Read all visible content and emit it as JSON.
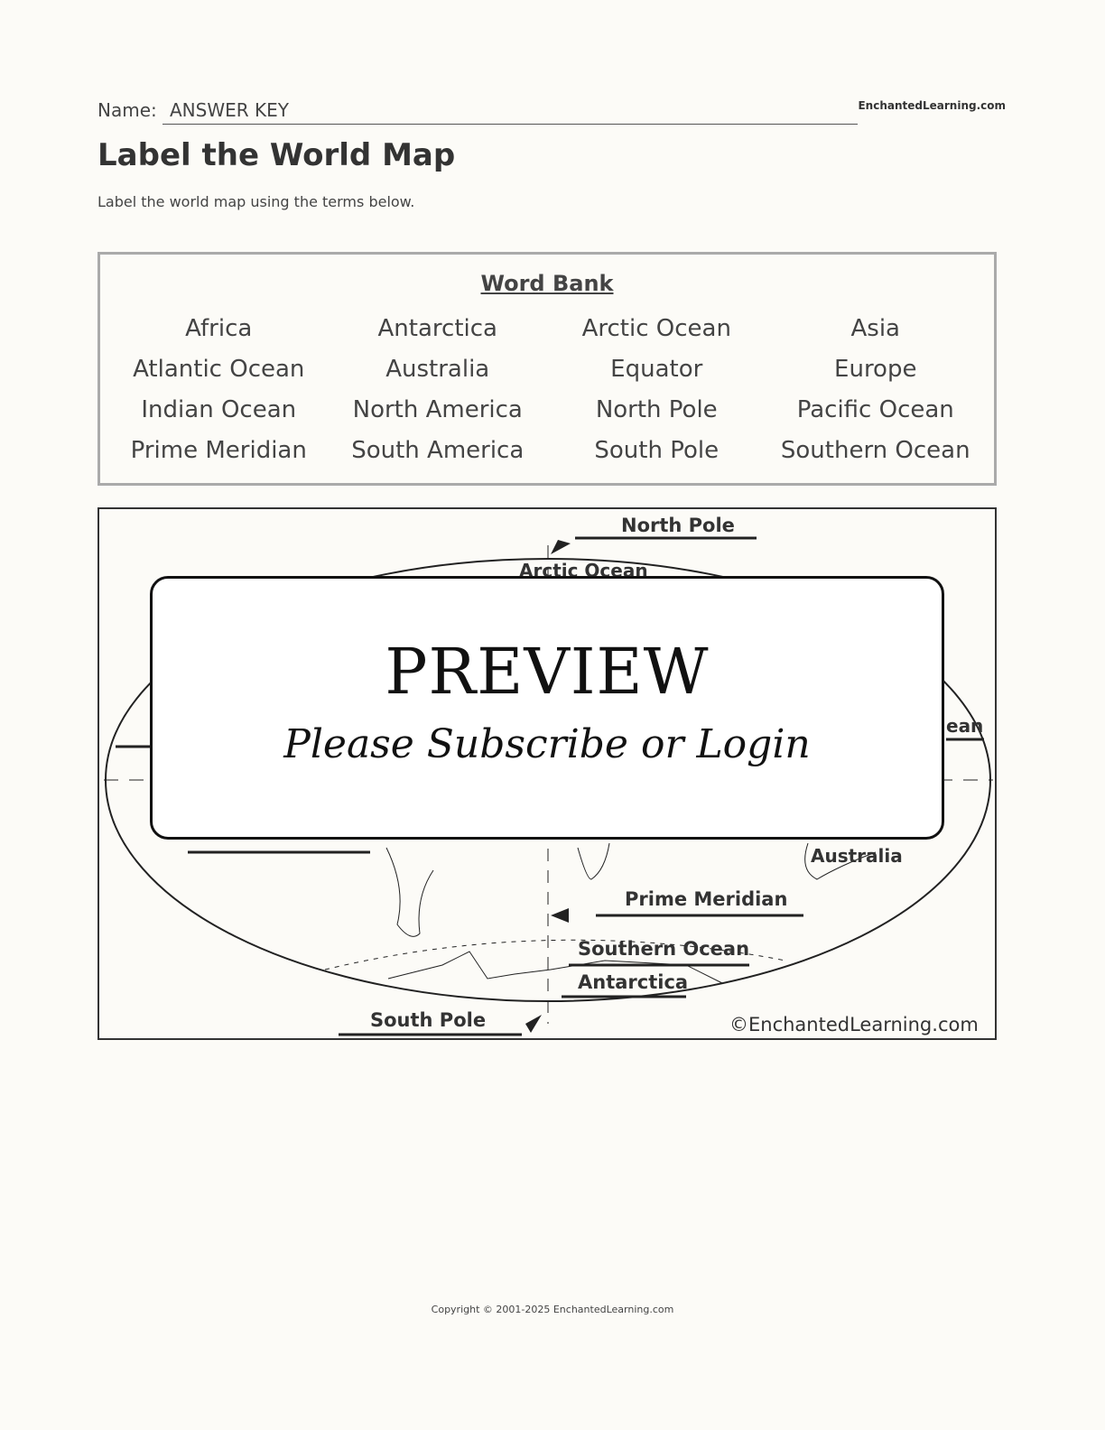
{
  "header": {
    "name_label": "Name:",
    "name_value": "ANSWER KEY",
    "brand": "EnchantedLearning.com"
  },
  "title": "Label the World Map",
  "instructions": "Label the world map using the terms below.",
  "word_bank": {
    "title": "Word Bank",
    "words": [
      "Africa",
      "Antarctica",
      "Arctic Ocean",
      "Asia",
      "Atlantic Ocean",
      "Australia",
      "Equator",
      "Europe",
      "Indian Ocean",
      "North America",
      "North Pole",
      "Pacific Ocean",
      "Prime Meridian",
      "South America",
      "South Pole",
      "Southern Ocean"
    ]
  },
  "map": {
    "labels": {
      "north_pole": "North Pole",
      "arctic_ocean": "Arctic Ocean",
      "australia": "Australia",
      "prime_meridian": "Prime Meridian",
      "southern_ocean": "Southern Ocean",
      "antarctica": "Antarctica",
      "south_pole": "South Pole",
      "partial_ocean": "ean",
      "copyright": "©EnchantedLearning.com"
    }
  },
  "overlay": {
    "title": "PREVIEW",
    "subtitle": "Please Subscribe or Login"
  },
  "footer": "Copyright © 2001-2025 EnchantedLearning.com"
}
